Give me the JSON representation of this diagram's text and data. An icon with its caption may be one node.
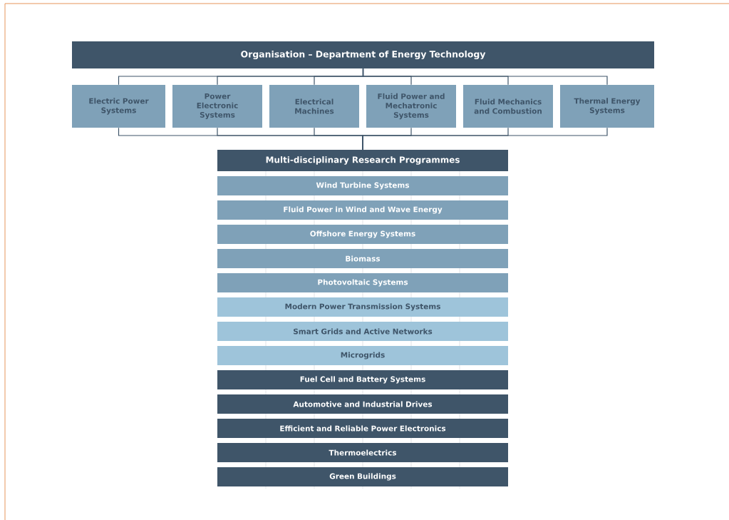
{
  "diagram": {
    "nodes": [
      {
        "text": [
          "Organisation – Department of Energy Technology"
        ]
      },
      {
        "text": [
          "Electric Power Systems"
        ]
      },
      {
        "text": [
          "Power Electronic Systems"
        ]
      },
      {
        "text": [
          "Electrical Machines"
        ]
      },
      {
        "text": [
          "Fluid Power and Mechatronic Systems"
        ]
      },
      {
        "text": [
          "Fluid Mechanics and Combustion"
        ]
      },
      {
        "text": [
          "Thermal Energy Systems"
        ]
      },
      {
        "text": [
          "Multi-disciplinary Research Programmes"
        ]
      },
      {
        "text": [
          "Wind Turbine Systems"
        ]
      },
      {
        "text": [
          "Fluid Power in Wind and Wave Energy"
        ]
      },
      {
        "text": [
          "Offshore Energy Systems"
        ]
      },
      {
        "text": [
          "Biomass"
        ]
      },
      {
        "text": [
          "Photovoltaic Systems"
        ]
      },
      {
        "text": [
          "Modern Power Transmission Systems"
        ]
      },
      {
        "text": [
          "Smart Grids and Active Networks"
        ]
      },
      {
        "text": [
          "Microgrids"
        ]
      },
      {
        "text": [
          "Fuel Cell and Battery Systems"
        ]
      },
      {
        "text": [
          "Automotive and Industrial Drives"
        ]
      },
      {
        "text": [
          "Efficient and Reliable Power Electronics"
        ]
      },
      {
        "text": [
          "Thermoelectrics"
        ]
      },
      {
        "text": [
          "Green Buildings"
        ]
      }
    ],
    "edges": [
      {
        "from": 0,
        "to": 1,
        "arrow": "none"
      },
      {
        "from": 0,
        "to": 2,
        "arrow": "none"
      },
      {
        "from": 0,
        "to": 3,
        "arrow": "none"
      },
      {
        "from": 0,
        "to": 4,
        "arrow": "none"
      },
      {
        "from": 0,
        "to": 5,
        "arrow": "none"
      },
      {
        "from": 0,
        "to": 6,
        "arrow": "none"
      },
      {
        "from": 1,
        "to": 7,
        "arrow": "none"
      },
      {
        "from": 2,
        "to": 7,
        "arrow": "none"
      },
      {
        "from": 3,
        "to": 7,
        "arrow": "none"
      },
      {
        "from": 4,
        "to": 7,
        "arrow": "none"
      },
      {
        "from": 5,
        "to": 7,
        "arrow": "none"
      },
      {
        "from": 6,
        "to": 7,
        "arrow": "none"
      }
    ]
  }
}
